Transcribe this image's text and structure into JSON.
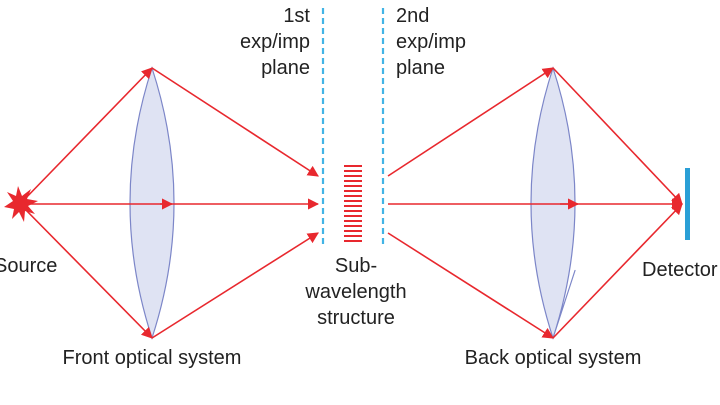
{
  "labels": {
    "source": "Source",
    "front_optical_system": "Front optical system",
    "back_optical_system": "Back optical system",
    "detector": "Detector",
    "plane1": [
      "1st",
      "exp/imp",
      "plane"
    ],
    "plane2": [
      "2nd",
      "exp/imp",
      "plane"
    ],
    "structure": [
      "Sub-",
      "wavelength",
      "structure"
    ]
  },
  "colors": {
    "ray": "#e8282e",
    "lens_fill": "#dfe3f3",
    "lens_stroke": "#7c86c8",
    "plane": "#42b4e6",
    "detector": "#2a9fd6",
    "source": "#e8282e",
    "structure": "#e8282e"
  },
  "icons": {
    "source": "starburst-icon",
    "detector": "detector-bar-icon"
  }
}
